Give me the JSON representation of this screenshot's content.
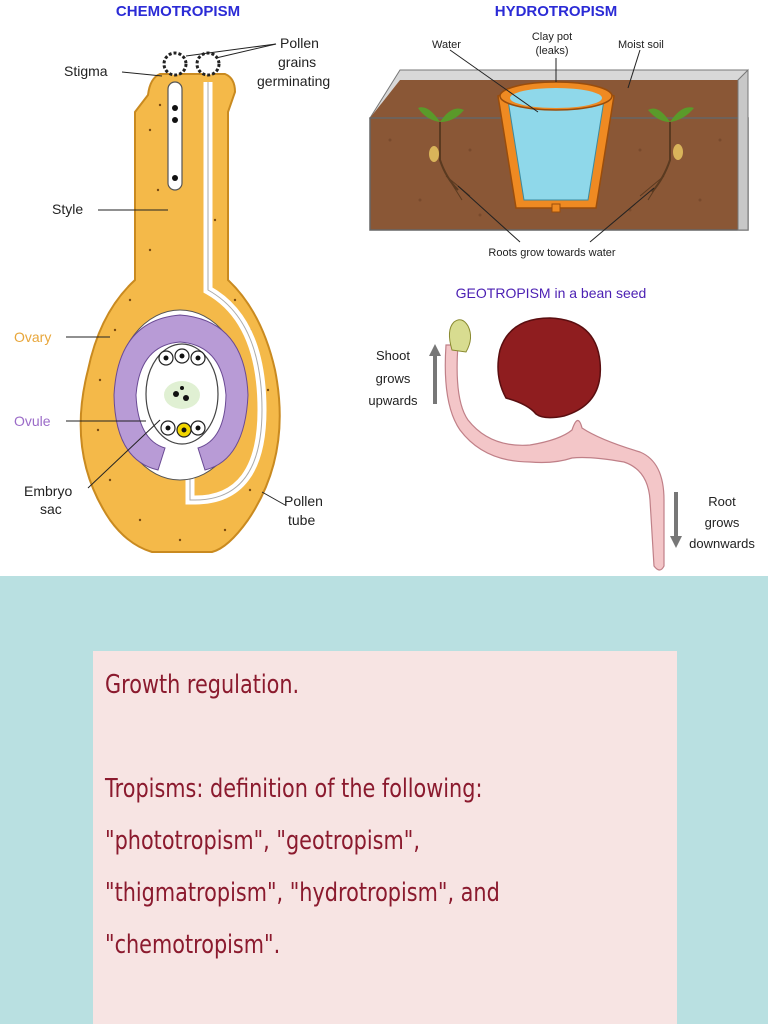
{
  "colors": {
    "background": "#b9e0e1",
    "card": "#f7e4e3",
    "card_text": "#8b1a2e",
    "heading_blue": "#2b2bd6",
    "geo_title": "#4b1fb3",
    "ovary_label": "#e8a63a",
    "ovule_label": "#9b6bc8",
    "flower_fill": "#f4b949",
    "ovule_fill": "#b89bd6",
    "soil": "#8a5736",
    "pot": "#ef8a22",
    "water": "#8fd8ea",
    "seed": "#8f1d1f",
    "root": "#f3c6c8"
  },
  "chemotropism": {
    "title": "CHEMOTROPISM",
    "labels": {
      "stigma": "Stigma",
      "pollen_line1": "Pollen",
      "pollen_line2": "grains",
      "pollen_line3": "germinating",
      "style": "Style",
      "ovary": "Ovary",
      "ovule": "Ovule",
      "embryo_line1": "Embryo",
      "embryo_line2": "sac",
      "tube_line1": "Pollen",
      "tube_line2": "tube"
    }
  },
  "hydrotropism": {
    "title": "HYDROTROPISM",
    "labels": {
      "water": "Water",
      "pot_line1": "Clay pot",
      "pot_line2": "(leaks)",
      "moist_soil": "Moist soil",
      "roots": "Roots grow towards water"
    }
  },
  "geotropism": {
    "title": "GEOTROPISM in a bean seed",
    "labels": {
      "shoot_line1": "Shoot",
      "shoot_line2": "grows",
      "shoot_line3": "upwards",
      "root_line1": "Root",
      "root_line2": "grows",
      "root_line3": "downwards"
    }
  },
  "card": {
    "line1": "Growth regulation.",
    "line2": "Tropisms: definition of the following:",
    "line3": "\"phototropism\", \"geotropism\",",
    "line4": "\"thigmatropism\", \"hydrotropism\", and",
    "line5": "\"chemotropism\"."
  }
}
